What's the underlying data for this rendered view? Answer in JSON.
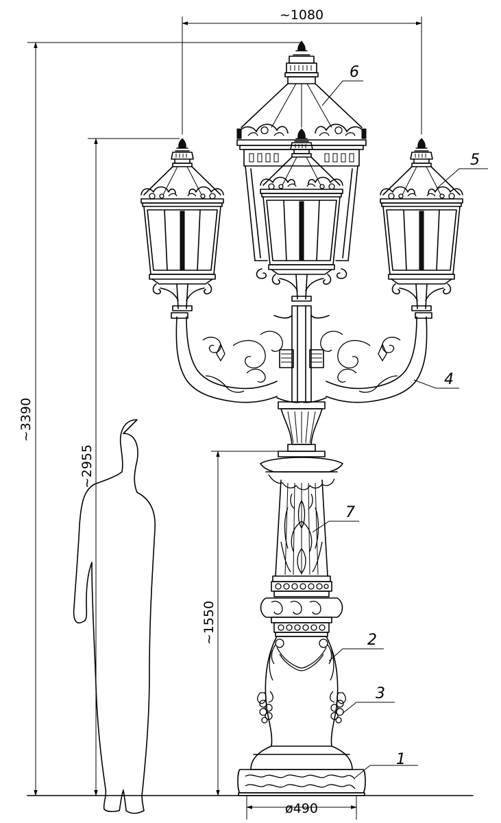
{
  "dimensions": {
    "overall_width": "~1080",
    "total_height": "~3390",
    "side_lantern_height": "~2955",
    "column_height": "~1550",
    "base_diameter": "ø490"
  },
  "callouts": [
    {
      "number": "1"
    },
    {
      "number": "2"
    },
    {
      "number": "3"
    },
    {
      "number": "4"
    },
    {
      "number": "5"
    },
    {
      "number": "6"
    },
    {
      "number": "7"
    }
  ]
}
